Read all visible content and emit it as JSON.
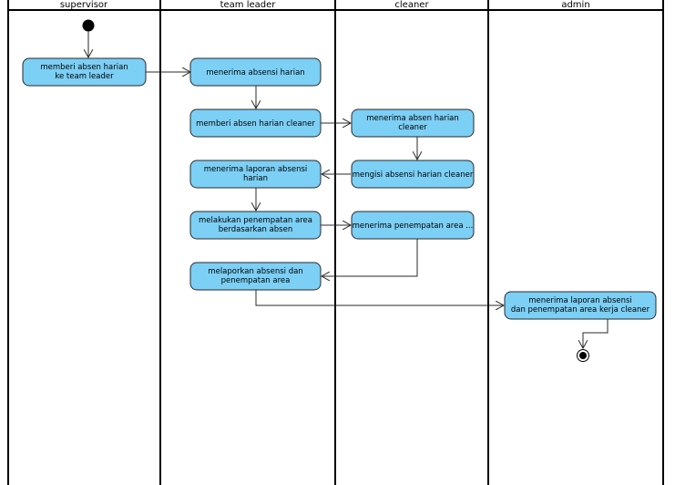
{
  "lanes": [
    "supervisor",
    "team leader",
    "cleaner",
    "admin"
  ],
  "actions": {
    "a1": [
      "memberi absen harian",
      "ke team leader"
    ],
    "a2": [
      "menerima absensi harian"
    ],
    "a3": [
      "memberi absen harian cleaner"
    ],
    "a4": [
      "menerima absen harian",
      "cleaner"
    ],
    "a5": [
      "mengisi absensi harian cleaner"
    ],
    "a6": [
      "menerima laporan absensi",
      "harian"
    ],
    "a7": [
      "melakukan penempatan area",
      "berdasarkan absen"
    ],
    "a8": [
      "menerima penempatan area ..."
    ],
    "a9": [
      "melaporkan absensi dan",
      "penempatan area"
    ],
    "a10": [
      "menerima laporan absensi",
      "dan penempatan area kerja cleaner"
    ]
  }
}
